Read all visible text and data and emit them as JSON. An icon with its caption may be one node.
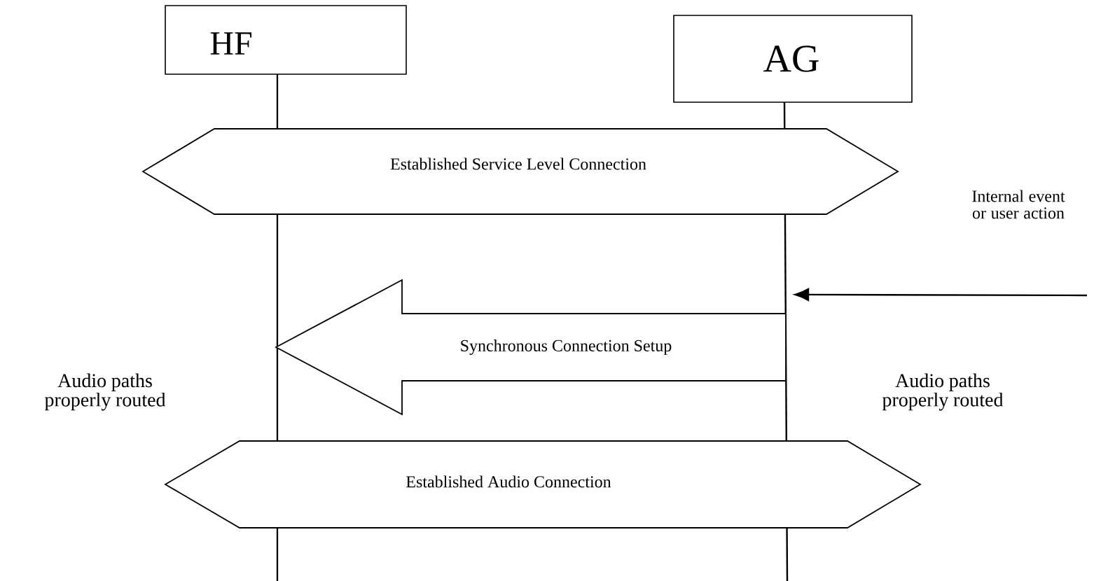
{
  "diagram": {
    "nodes": [
      {
        "text": [
          "HF"
        ]
      },
      {
        "text": [
          "AG"
        ]
      },
      {
        "text": [
          "Established Service Level Connection"
        ]
      },
      {
        "text": [
          "Synchronous Connection Setup"
        ]
      },
      {
        "text": [
          "Established Audio Connection"
        ]
      }
    ],
    "edges": [
      {
        "from": null,
        "to": 3,
        "arrow": "to"
      }
    ],
    "labels": [
      "Internal event or user action",
      "Audio paths properly routed",
      "Audio paths properly routed"
    ]
  }
}
